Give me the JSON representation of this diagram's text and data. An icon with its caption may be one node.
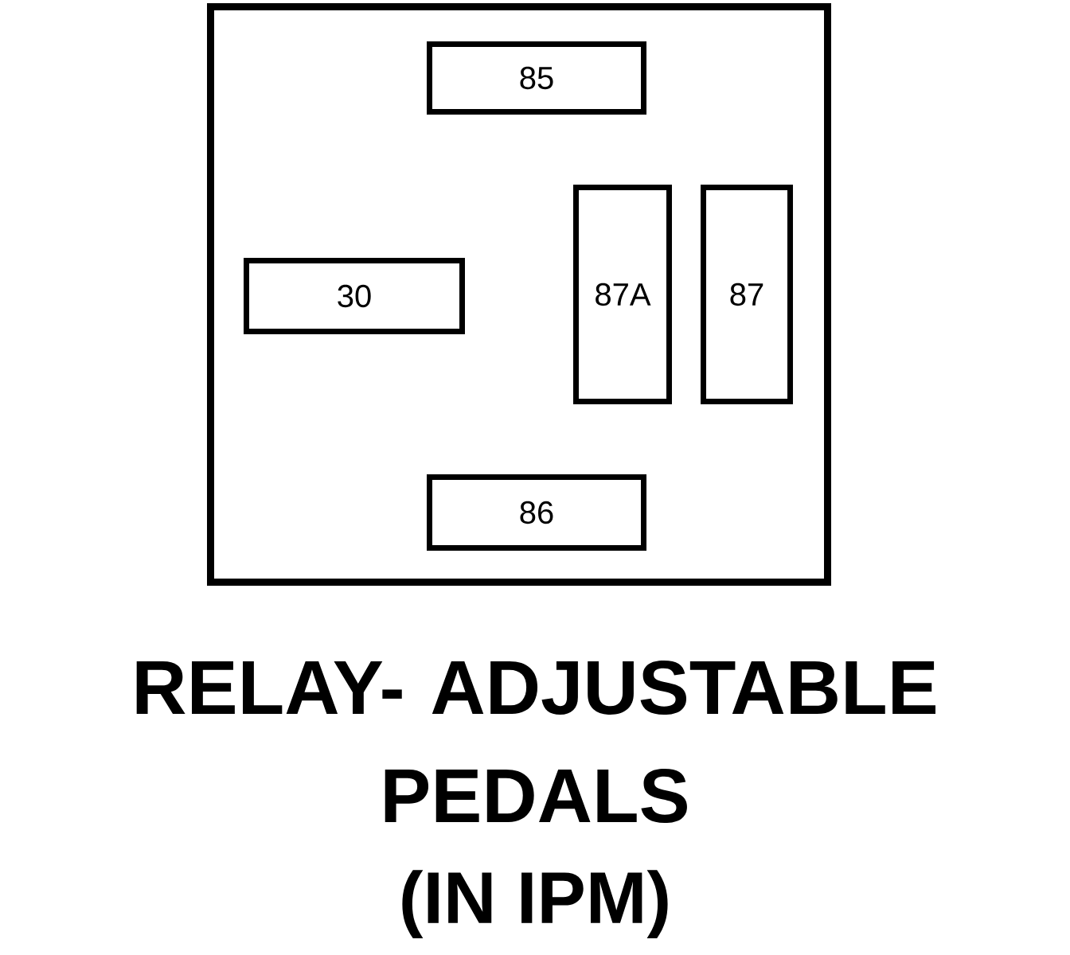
{
  "diagram": {
    "title": "RELAY- ADJUSTABLE PEDALS",
    "nodes": [
      {
        "text": [],
        "shape": "box"
      },
      {
        "text": [
          "85"
        ],
        "in": 0
      },
      {
        "text": [
          "30"
        ],
        "in": 0
      },
      {
        "text": [
          "87A"
        ],
        "in": 0
      },
      {
        "text": [
          "87"
        ],
        "in": 0
      },
      {
        "text": [
          "86"
        ],
        "in": 0
      }
    ],
    "labels": [
      "(IN IPM)"
    ]
  }
}
